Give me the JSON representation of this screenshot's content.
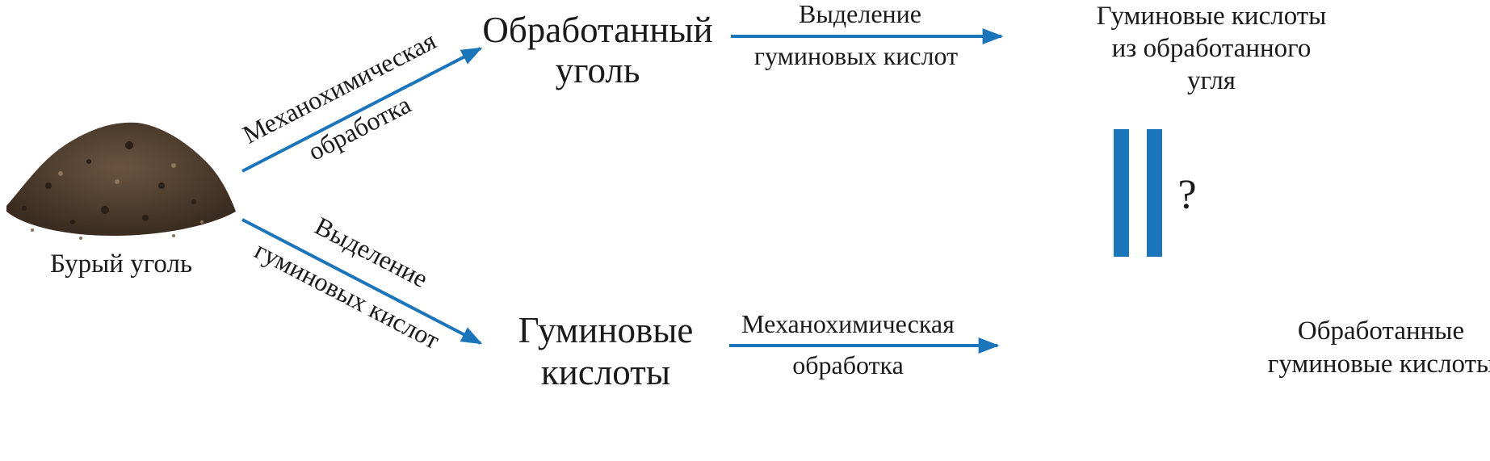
{
  "colors": {
    "arrow": "#1a75bb",
    "coal": "#4a3a2c"
  },
  "source": {
    "label": "Бурый уголь",
    "icon": "coal-pile-image"
  },
  "upper_path": {
    "arrow1_label": [
      "Механохимическая",
      "обработка"
    ],
    "intermediate": [
      "Обработанный",
      "уголь"
    ],
    "arrow2_label": [
      "Выделение",
      "гуминовых кислот"
    ],
    "product": [
      "Гуминовые кислоты",
      "из обработанного",
      "угля"
    ]
  },
  "lower_path": {
    "arrow1_label": [
      "Выделение",
      "гуминовых кислот"
    ],
    "intermediate": [
      "Гуминовые",
      "кислоты"
    ],
    "arrow2_label": [
      "Механохимическая",
      "обработка"
    ],
    "product": [
      "Обработанные",
      "гуминовые кислоты"
    ]
  },
  "comparison": {
    "symbol": "=",
    "question": "?"
  }
}
